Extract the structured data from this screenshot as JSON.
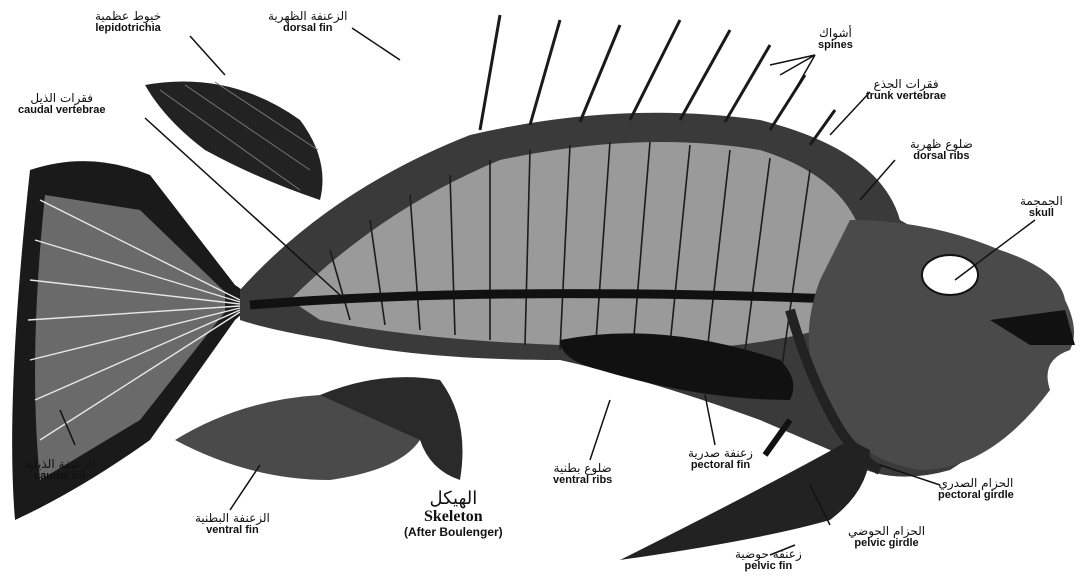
{
  "caption": {
    "ar": "الهيكل",
    "en": "Skeleton",
    "source": "(After Boulenger)"
  },
  "labels": {
    "lepidotrichia": {
      "ar": "خيوط عظمية",
      "en": "lepidotrichia"
    },
    "dorsal_fin": {
      "ar": "الزعنفة الظهرية",
      "en": "dorsal fin"
    },
    "spines": {
      "ar": "أشواك",
      "en": "spines"
    },
    "trunk_vertebrae": {
      "ar": "فقرات الجذع",
      "en": "trunk vertebrae"
    },
    "dorsal_ribs": {
      "ar": "ضلوع ظهرية",
      "en": "dorsal ribs"
    },
    "skull": {
      "ar": "الجمجمة",
      "en": "skull"
    },
    "caudal_vertebrae": {
      "ar": "فقرات الذيل",
      "en": "caudal vertebrae"
    },
    "caudal_fin": {
      "ar": "الزعنفة الذيلية",
      "en": "caudal fin"
    },
    "ventral_fin": {
      "ar": "الزعنفة البطنية",
      "en": "ventral fin"
    },
    "ventral_ribs": {
      "ar": "ضلوع بطنية",
      "en": "ventral ribs"
    },
    "pectoral_fin": {
      "ar": "زعنفة صدرية",
      "en": "pectoral fin"
    },
    "pectoral_girdle": {
      "ar": "الحزام الصدري",
      "en": "pectoral girdle"
    },
    "pelvic_girdle": {
      "ar": "الحزام الحوضي",
      "en": "pelvic girdle"
    },
    "pelvic_fin": {
      "ar": "زعنفة حوضية",
      "en": "pelvic fin"
    }
  }
}
